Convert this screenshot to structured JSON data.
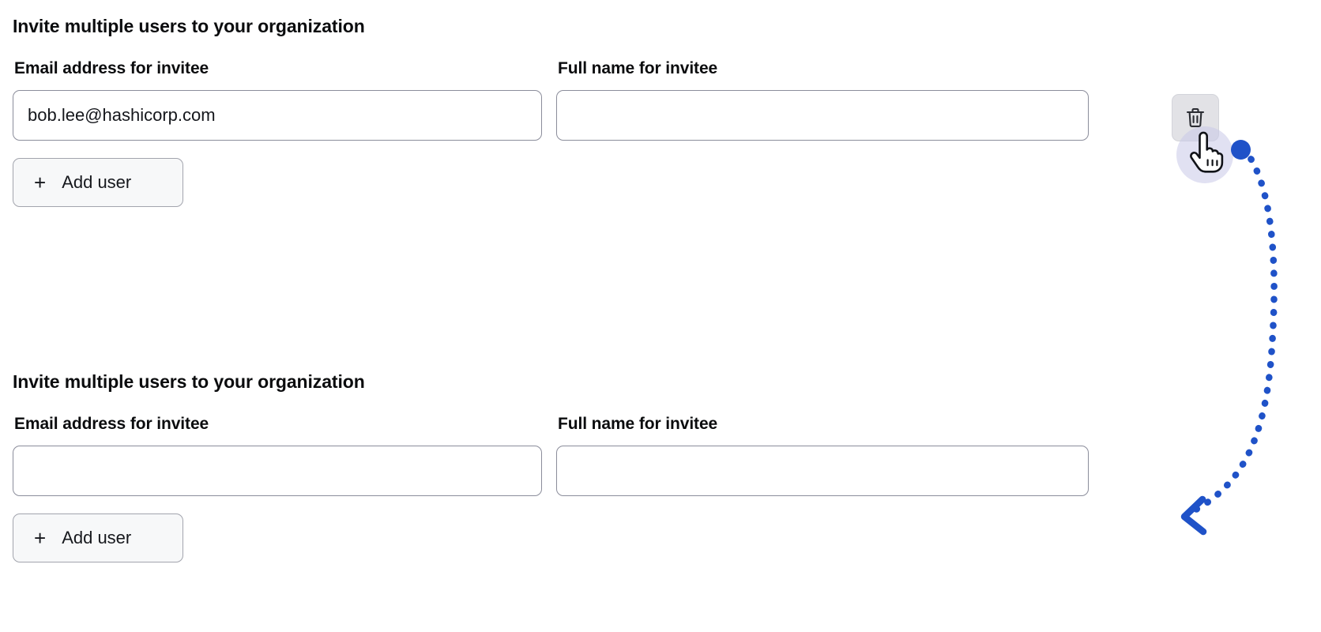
{
  "colors": {
    "accent_blue": "#1f52c8",
    "input_border": "#8b8d9b",
    "button_bg": "#f7f8f9",
    "delete_button_bg": "#e2e2e6",
    "text": "#0b0c0e",
    "cursor_halo": "#c9c9e8"
  },
  "sections": [
    {
      "heading": "Invite multiple users to your organization",
      "email_field": {
        "label": "Email address for invitee",
        "value": "bob.lee@hashicorp.com",
        "placeholder": ""
      },
      "name_field": {
        "label": "Full name for invitee",
        "value": "",
        "placeholder": ""
      },
      "delete_button": {
        "icon": "trash-icon",
        "visible": true
      },
      "add_user_button": {
        "icon": "plus-icon",
        "label": "Add user"
      }
    },
    {
      "heading": "Invite multiple users to your organization",
      "email_field": {
        "label": "Email address for invitee",
        "value": "",
        "placeholder": ""
      },
      "name_field": {
        "label": "Full name for invitee",
        "value": "",
        "placeholder": ""
      },
      "delete_button": {
        "icon": "trash-icon",
        "visible": false
      },
      "add_user_button": {
        "icon": "plus-icon",
        "label": "Add user"
      }
    }
  ],
  "annotation": {
    "cursor": "pointing-hand-cursor",
    "start_marker": "blue-dot",
    "arrow": "curved-dotted-arrow",
    "direction": "from click target down to second form state"
  }
}
